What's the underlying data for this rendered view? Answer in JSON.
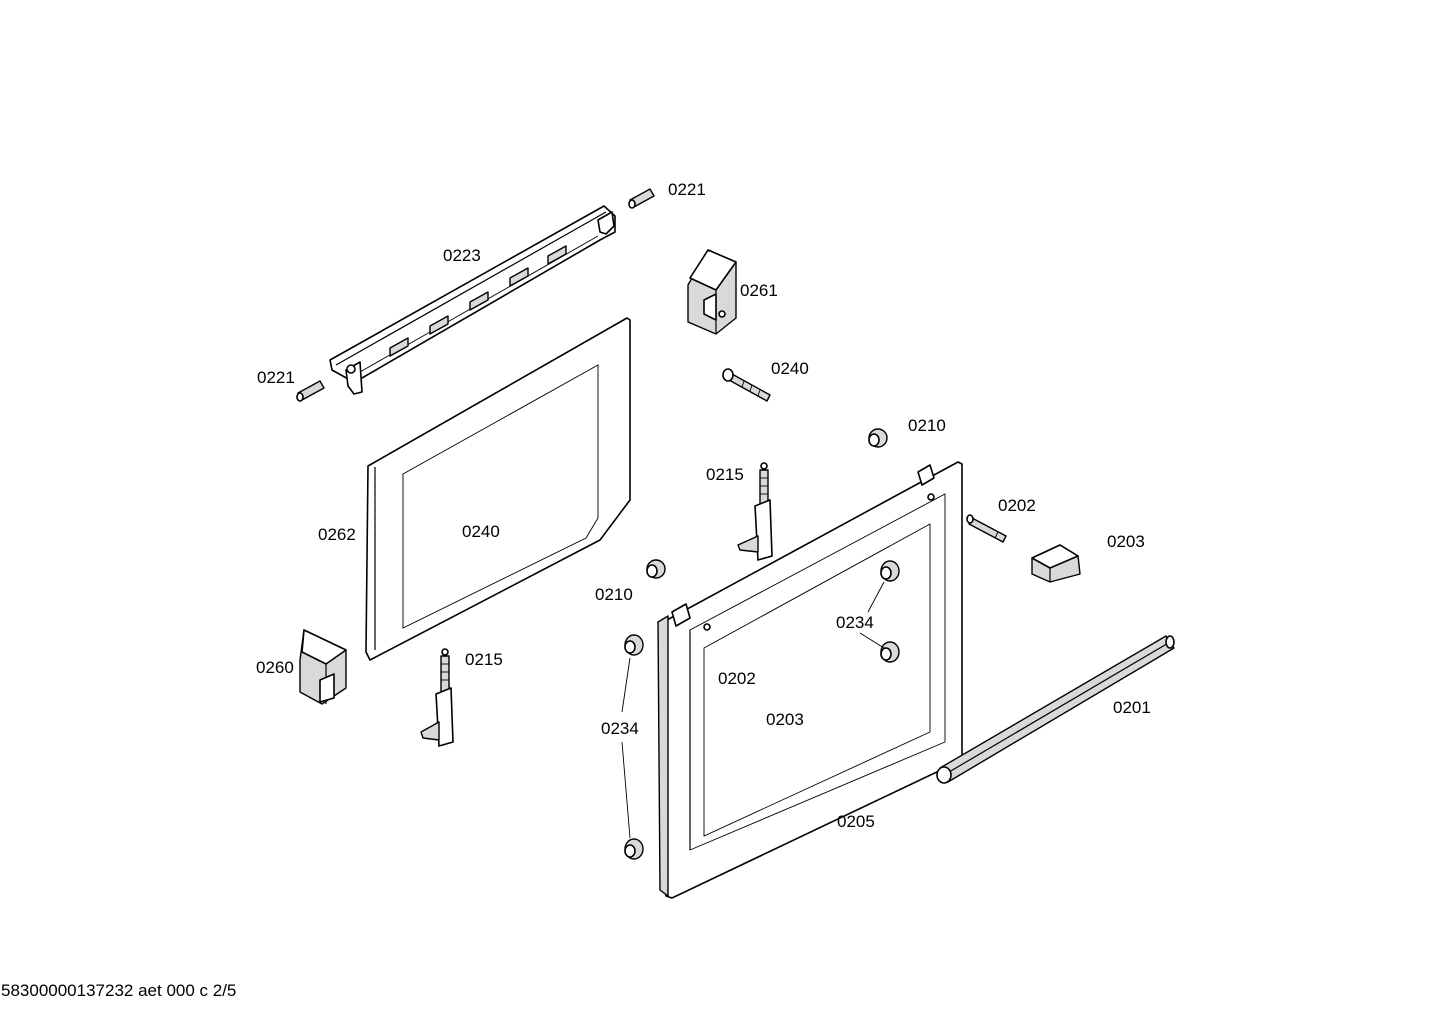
{
  "labels": {
    "p0221a": "0221",
    "p0221b": "0221",
    "p0223": "0223",
    "p0261": "0261",
    "p0240a": "0240",
    "p0240b": "0240",
    "p0210a": "0210",
    "p0210b": "0210",
    "p0215a": "0215",
    "p0215b": "0215",
    "p0202a": "0202",
    "p0202b": "0202",
    "p0203a": "0203",
    "p0203b": "0203",
    "p0262": "0262",
    "p0234a": "0234",
    "p0234b": "0234",
    "p0260": "0260",
    "p0201": "0201",
    "p0205": "0205"
  },
  "footer": {
    "code": "58300000137232 aet 000 c 2/5"
  }
}
